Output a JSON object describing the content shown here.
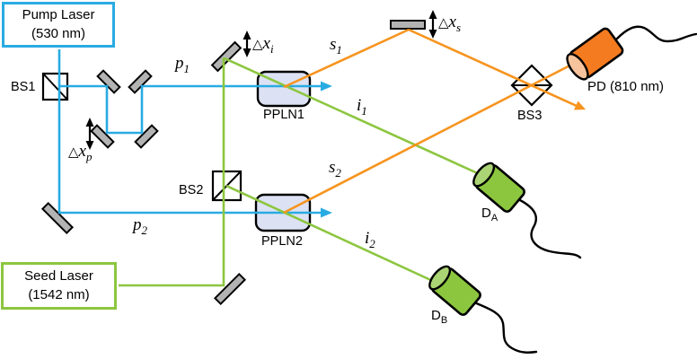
{
  "colors": {
    "pump_blue": "#29ABE2",
    "seed_green": "#8CC63F",
    "signal_orange": "#F7941E",
    "mirror_gray": "#B3B3B3",
    "ppln_fill": "#DCE2F4",
    "det_green_face": "#ABD575",
    "pd_orange": "#F47B20",
    "pd_face": "#F6C39C"
  },
  "labels": {
    "pump_laser": {
      "line1": "Pump Laser",
      "line2": "(530 nm)"
    },
    "seed_laser": {
      "line1": "Seed Laser",
      "line2": "(1542 nm)"
    },
    "bs1": "BS1",
    "bs2": "BS2",
    "bs3": "BS3",
    "ppln1": "PPLN1",
    "ppln2": "PPLN2",
    "pd": "PD (810 nm)",
    "d_a": {
      "base": "D",
      "sub": "A"
    },
    "d_b": {
      "base": "D",
      "sub": "B"
    },
    "p1": {
      "base": "p",
      "sub": "1"
    },
    "p2": {
      "base": "p",
      "sub": "2"
    },
    "s1": {
      "base": "s",
      "sub": "1"
    },
    "s2": {
      "base": "s",
      "sub": "2"
    },
    "i1": {
      "base": "i",
      "sub": "1"
    },
    "i2": {
      "base": "i",
      "sub": "2"
    },
    "dx_p": {
      "delta": "△",
      "base": "x",
      "sub": "p"
    },
    "dx_i": {
      "delta": "△",
      "base": "x",
      "sub": "i"
    },
    "dx_s": {
      "delta": "△",
      "base": "x",
      "sub": "s"
    }
  }
}
